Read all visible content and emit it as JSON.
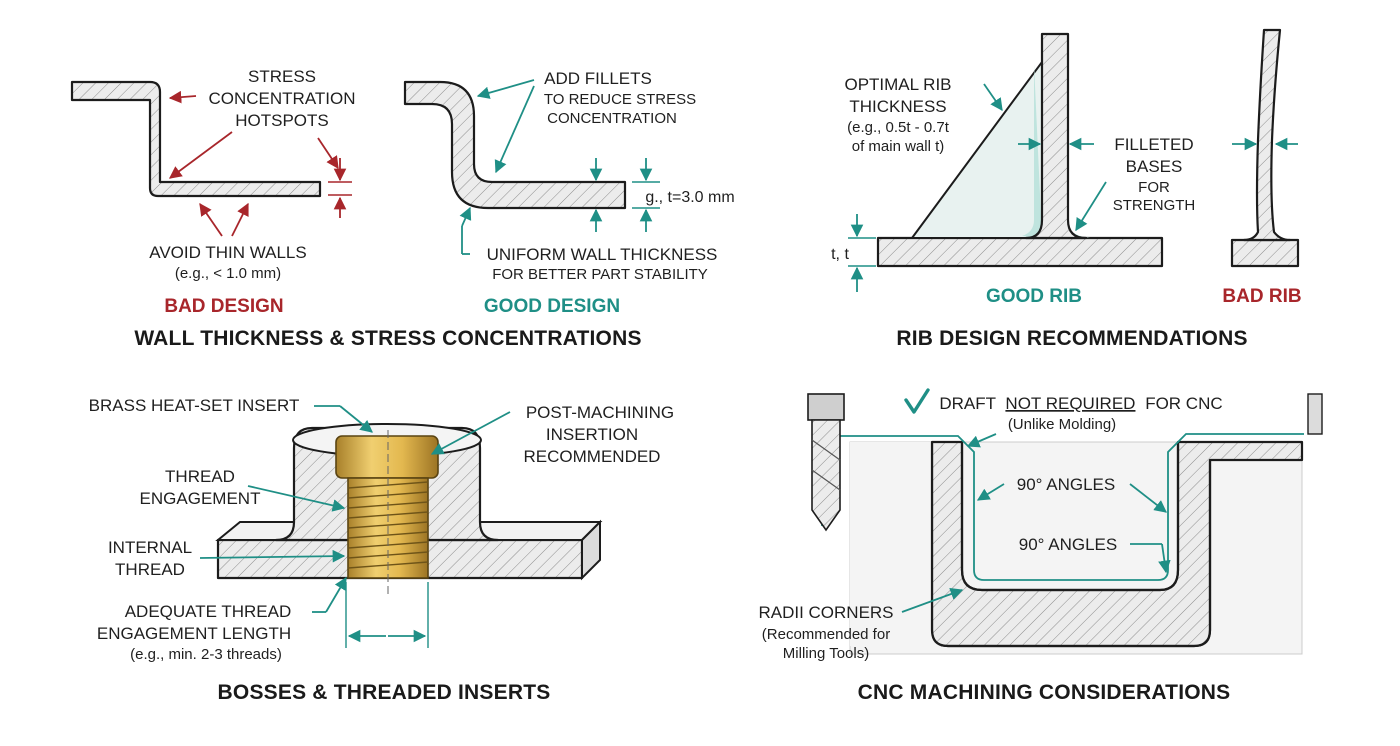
{
  "panels": {
    "wall": {
      "title": "WALL THICKNESS & STRESS CONCENTRATIONS",
      "bad": {
        "caption": "BAD DESIGN",
        "stress_label": [
          "STRESS",
          "CONCENTRATION",
          "HOTSPOTS"
        ],
        "thin_label": "AVOID THIN WALLS",
        "thin_sub": "(e.g., < 1.0 mm)"
      },
      "good": {
        "caption": "GOOD DESIGN",
        "fillet_label": [
          "ADD FILLETS",
          "TO REDUCE STRESS",
          "CONCENTRATION"
        ],
        "thickness_dim": "g., t=3.0 mm",
        "uniform_label": "UNIFORM WALL THICKNESS",
        "uniform_sub": "FOR BETTER PART STABILITY"
      }
    },
    "rib": {
      "title": "RIB DESIGN RECOMMENDATIONS",
      "optimal_label": [
        "OPTIMAL RIB",
        "THICKNESS"
      ],
      "optimal_sub": [
        "(e.g., 0.5t - 0.7t",
        "of main wall t)"
      ],
      "filleted_label": [
        "FILLETED",
        "BASES"
      ],
      "filleted_sub": [
        "FOR",
        "STRENGTH"
      ],
      "wall_dim": "t, t",
      "good_caption": "GOOD RIB",
      "bad_caption": "BAD RIB"
    },
    "boss": {
      "title": "BOSSES & THREADED INSERTS",
      "insert_label": "BRASS HEAT-SET INSERT",
      "post_label": [
        "POST-MACHINING",
        "INSERTION",
        "RECOMMENDED"
      ],
      "engagement_label": [
        "THREAD",
        "ENGAGEMENT"
      ],
      "internal_label": [
        "INTERNAL",
        "THREAD"
      ],
      "length_label": [
        "ADEQUATE THREAD",
        "ENGAGEMENT LENGTH"
      ],
      "length_sub": "(e.g., min. 2-3 threads)"
    },
    "cnc": {
      "title": "CNC MACHINING CONSIDERATIONS",
      "check_icon": "check-icon",
      "draft_pre": "DRAFT",
      "draft_emph": "NOT REQUIRED",
      "draft_post": "FOR CNC",
      "draft_sub": "(Unlike Molding)",
      "angle_label_1": "90° ANGLES",
      "angle_label_2": "90° ANGLES",
      "radii_label": "RADII CORNERS",
      "radii_sub": [
        "(Recommended for",
        "Milling Tools)"
      ]
    }
  },
  "colors": {
    "bad": "#a8262b",
    "good": "#1f8f86",
    "brass": "#d9b04a"
  }
}
